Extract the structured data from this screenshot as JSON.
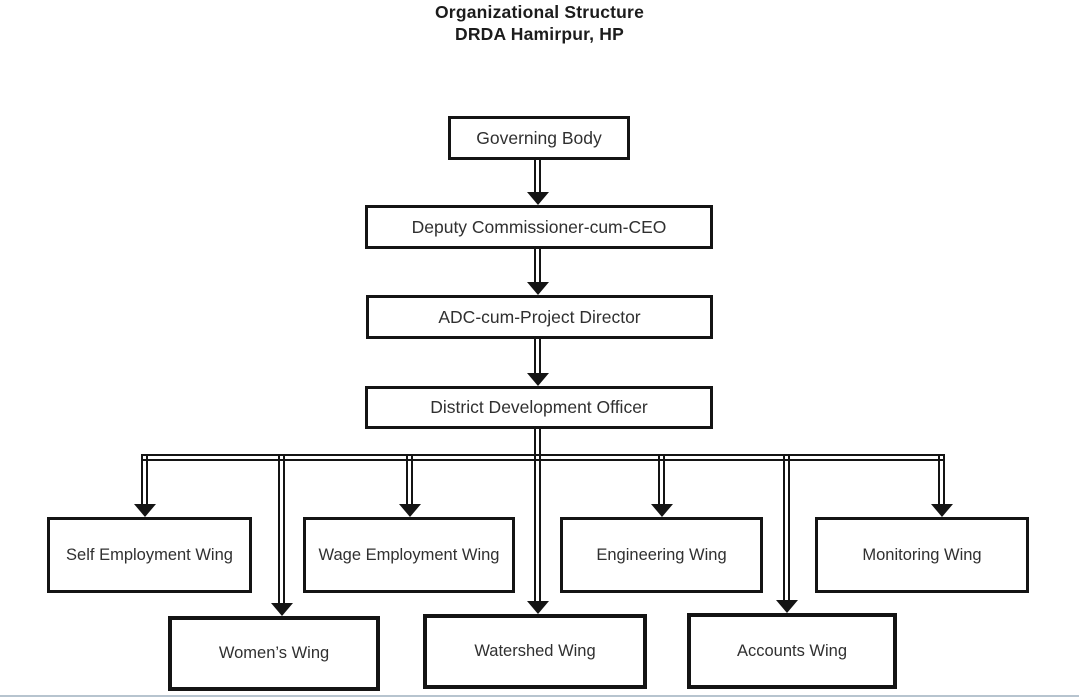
{
  "title": {
    "line1": "Organizational Structure",
    "line2": "DRDA Hamirpur,  HP"
  },
  "nodes": {
    "governing_body": {
      "label": "Governing Body"
    },
    "deputy_commissioner": {
      "label": "Deputy Commissioner-cum-CEO"
    },
    "adc_project_director": {
      "label": "ADC-cum-Project Director"
    },
    "district_development_officer": {
      "label": "District Development Officer"
    },
    "self_employment_wing": {
      "label": "Self Employment Wing"
    },
    "wage_employment_wing": {
      "label": "Wage Employment Wing"
    },
    "engineering_wing": {
      "label": "Engineering Wing"
    },
    "monitoring_wing": {
      "label": "Monitoring Wing"
    },
    "womens_wing": {
      "label": "Women’s Wing"
    },
    "watershed_wing": {
      "label": "Watershed Wing"
    },
    "accounts_wing": {
      "label": "Accounts Wing"
    }
  },
  "colors": {
    "line": "#141414",
    "bottom_rule": "#b7c4cf"
  }
}
